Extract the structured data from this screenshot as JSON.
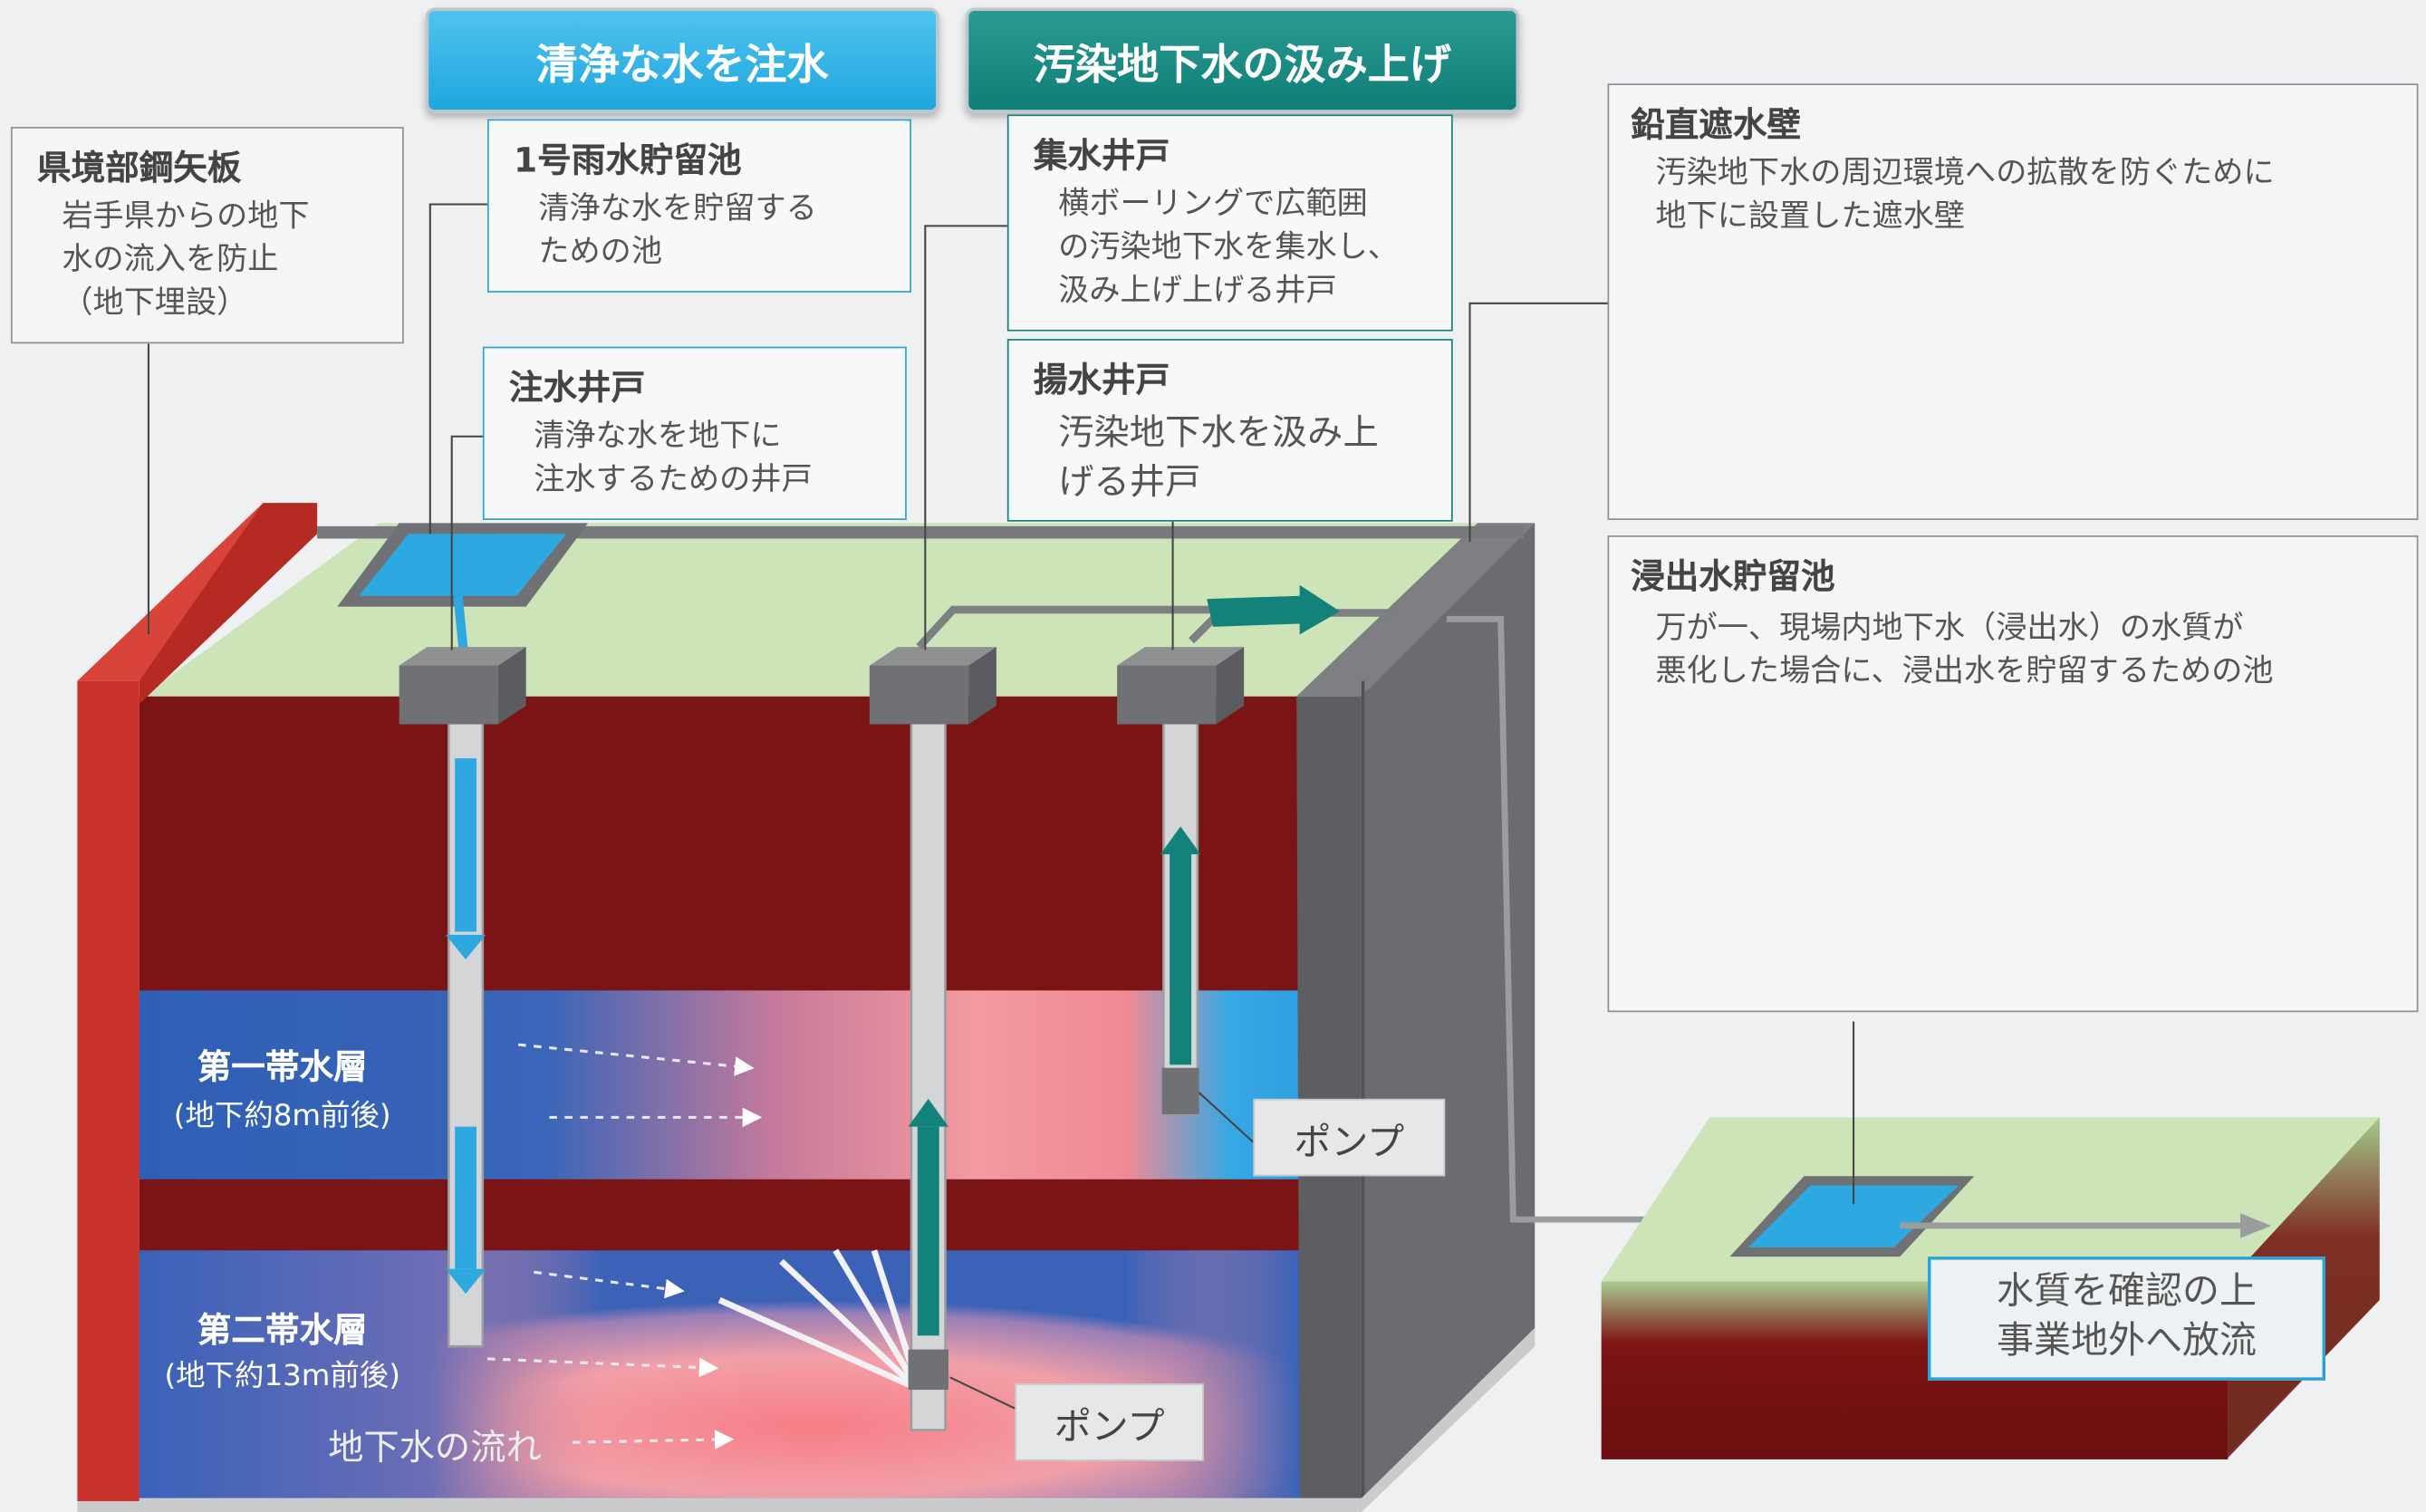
{
  "banners": {
    "inject": "清浄な水を注水",
    "pumpup": "汚染地下水の汲み上げ"
  },
  "callouts": {
    "sheet_pile": {
      "title": "県境部鋼矢板",
      "body": "岩手県からの地下\n水の流入を防止\n（地下埋設）"
    },
    "rain_pond": {
      "title": "1号雨水貯留池",
      "body": "清浄な水を貯留する\nための池"
    },
    "injection_well": {
      "title": "注水井戸",
      "body": "清浄な水を地下に\n注水するための井戸"
    },
    "collection_well": {
      "title": "集水井戸",
      "body": "横ボーリングで広範囲\nの汚染地下水を集水し、\n汲み上げ上げる井戸"
    },
    "pumping_well": {
      "title": "揚水井戸",
      "body": "汚染地下水を汲み上\nげる井戸"
    },
    "cutoff_wall": {
      "title": "鉛直遮水壁",
      "body": "汚染地下水の周辺環境への拡散を防ぐために\n地下に設置した遮水壁"
    },
    "leachate_pond": {
      "title": "浸出水貯留池",
      "body": "万が一、現場内地下水（浸出水）の水質が\n悪化した場合に、浸出水を貯留するための池"
    }
  },
  "layers": {
    "aquifer1": {
      "name": "第一帯水層",
      "depth": "(地下約8m前後)"
    },
    "aquifer2": {
      "name": "第二帯水層",
      "depth": "(地下約13m前後)"
    },
    "flow": "地下水の流れ"
  },
  "pumps": {
    "pump1": "ポンプ",
    "pump2": "ポンプ"
  },
  "release": "水質を確認の上\n事業地外へ放流",
  "colors": {
    "soil": "#7b1414",
    "grass": "#cde4b8",
    "sheet_pile": "#c8322a",
    "wall": "#6b6d70",
    "aquifer": "#3f63b5",
    "contaminated": "#f08a8a",
    "water": "#2ea8e0",
    "teal": "#13827b"
  }
}
